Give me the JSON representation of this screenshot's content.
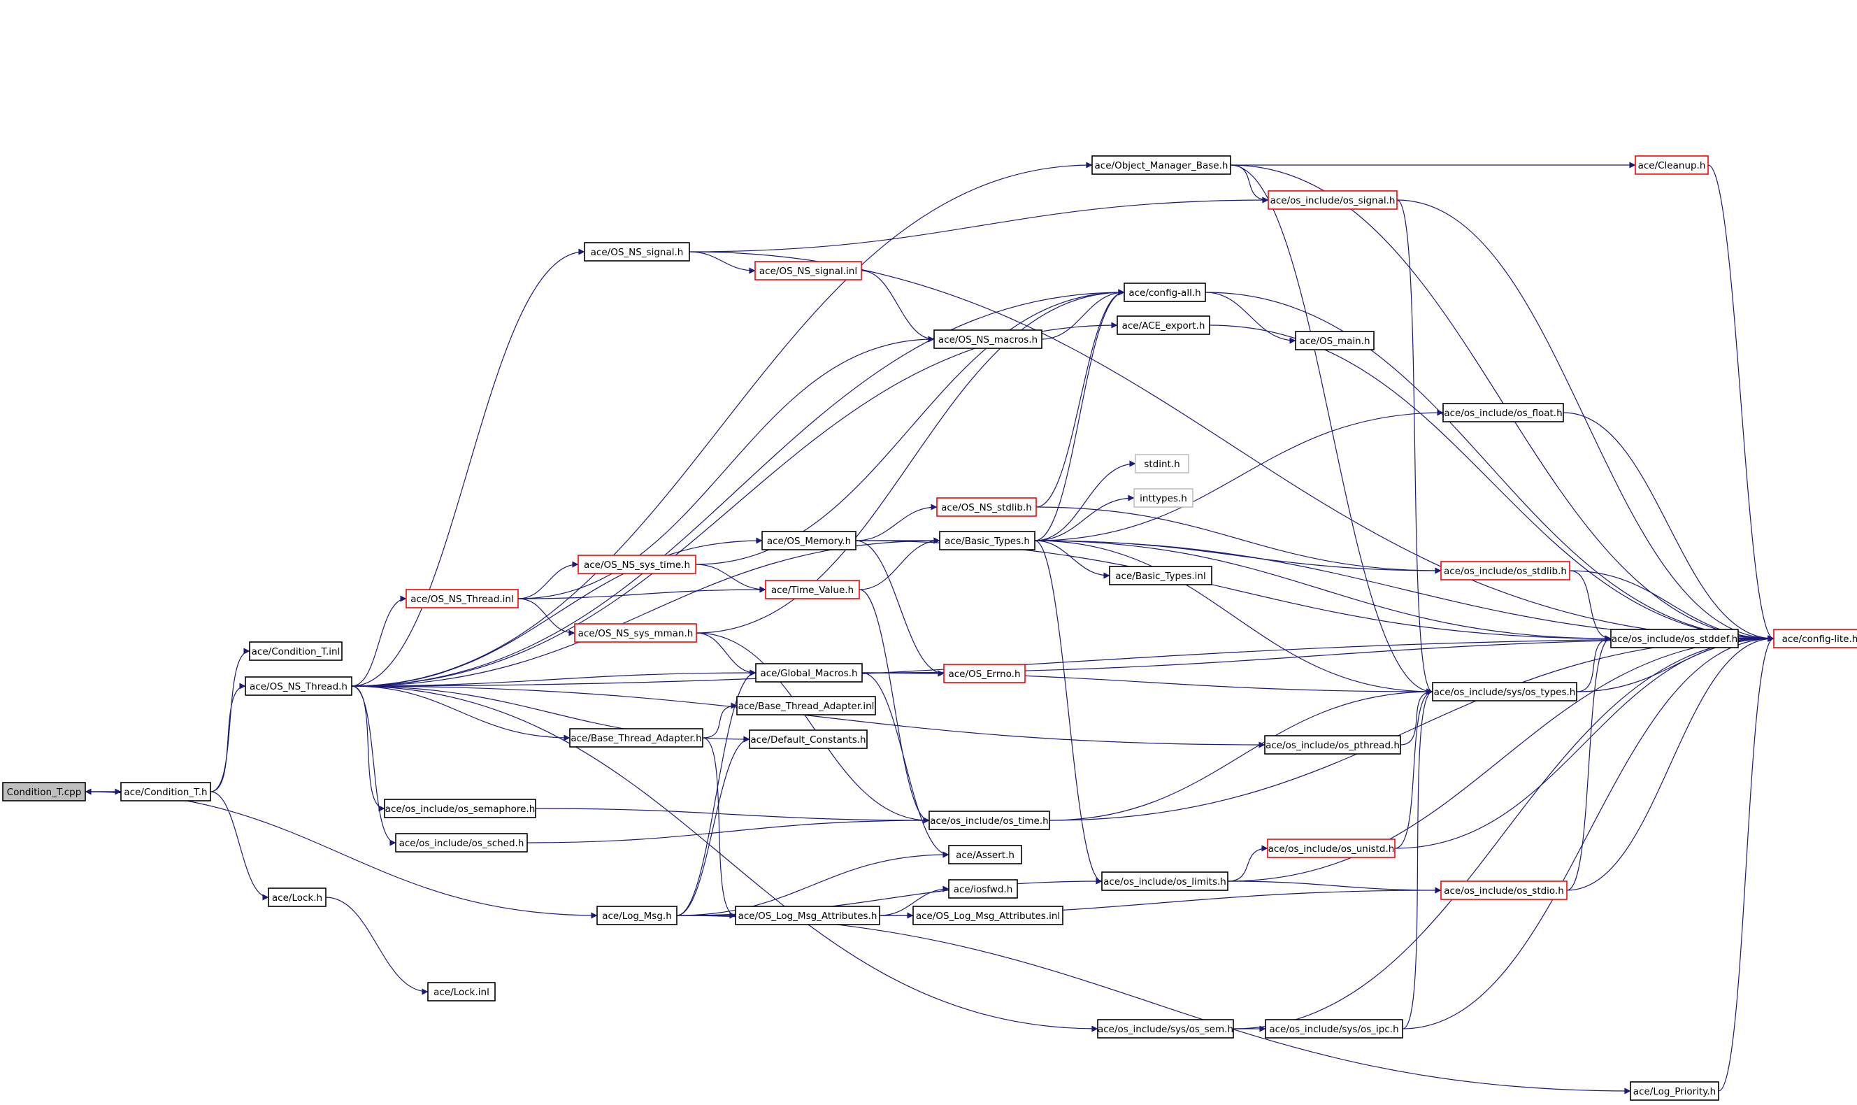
{
  "colors": {
    "edge": "#1a1a7a",
    "box_normal": "#000000",
    "box_link": "#ff0000",
    "box_missing": "#bfbfbf",
    "box_root_fill": "#bfbfbf"
  },
  "nodes": [
    {
      "id": "condition_t_cpp",
      "label": "Condition_T.cpp",
      "kind": "root"
    },
    {
      "id": "condition_t_h",
      "label": "ace/Condition_T.h",
      "kind": "normal"
    },
    {
      "id": "condition_t_inl",
      "label": "ace/Condition_T.inl",
      "kind": "normal"
    },
    {
      "id": "os_ns_thread_h",
      "label": "ace/OS_NS_Thread.h",
      "kind": "normal"
    },
    {
      "id": "lock_h",
      "label": "ace/Lock.h",
      "kind": "normal"
    },
    {
      "id": "lock_inl",
      "label": "ace/Lock.inl",
      "kind": "normal"
    },
    {
      "id": "os_ns_thread_inl",
      "label": "ace/OS_NS_Thread.inl",
      "kind": "link"
    },
    {
      "id": "os_ns_signal_h",
      "label": "ace/OS_NS_signal.h",
      "kind": "normal"
    },
    {
      "id": "os_ns_signal_inl",
      "label": "ace/OS_NS_signal.inl",
      "kind": "link"
    },
    {
      "id": "os_include_os_semaphore_h",
      "label": "ace/os_include/os_semaphore.h",
      "kind": "normal"
    },
    {
      "id": "os_include_os_sched_h",
      "label": "ace/os_include/os_sched.h",
      "kind": "normal"
    },
    {
      "id": "base_thread_adapter_h",
      "label": "ace/Base_Thread_Adapter.h",
      "kind": "normal"
    },
    {
      "id": "log_msg_h",
      "label": "ace/Log_Msg.h",
      "kind": "normal"
    },
    {
      "id": "os_ns_sys_time_h",
      "label": "ace/OS_NS_sys_time.h",
      "kind": "link"
    },
    {
      "id": "os_ns_sys_mman_h",
      "label": "ace/OS_NS_sys_mman.h",
      "kind": "link"
    },
    {
      "id": "os_memory_h",
      "label": "ace/OS_Memory.h",
      "kind": "normal"
    },
    {
      "id": "time_value_h",
      "label": "ace/Time_Value.h",
      "kind": "link"
    },
    {
      "id": "global_macros_h",
      "label": "ace/Global_Macros.h",
      "kind": "normal"
    },
    {
      "id": "base_thread_adapter_inl",
      "label": "ace/Base_Thread_Adapter.inl",
      "kind": "normal"
    },
    {
      "id": "default_constants_h",
      "label": "ace/Default_Constants.h",
      "kind": "normal"
    },
    {
      "id": "os_log_msg_attributes_h",
      "label": "ace/OS_Log_Msg_Attributes.h",
      "kind": "normal"
    },
    {
      "id": "object_manager_base_h",
      "label": "ace/Object_Manager_Base.h",
      "kind": "normal"
    },
    {
      "id": "os_ns_macros_h",
      "label": "ace/OS_NS_macros.h",
      "kind": "normal"
    },
    {
      "id": "config_all_h",
      "label": "ace/config-all.h",
      "kind": "normal"
    },
    {
      "id": "ace_export_h",
      "label": "ace/ACE_export.h",
      "kind": "normal"
    },
    {
      "id": "os_ns_stdlib_h",
      "label": "ace/OS_NS_stdlib.h",
      "kind": "link"
    },
    {
      "id": "basic_types_h",
      "label": "ace/Basic_Types.h",
      "kind": "normal"
    },
    {
      "id": "os_errno_h",
      "label": "ace/OS_Errno.h",
      "kind": "link"
    },
    {
      "id": "os_include_os_time_h",
      "label": "ace/os_include/os_time.h",
      "kind": "normal"
    },
    {
      "id": "assert_h",
      "label": "ace/Assert.h",
      "kind": "normal"
    },
    {
      "id": "iosfwd_h",
      "label": "ace/iosfwd.h",
      "kind": "normal"
    },
    {
      "id": "os_log_msg_attributes_inl",
      "label": "ace/OS_Log_Msg_Attributes.inl",
      "kind": "normal"
    },
    {
      "id": "os_include_os_limits_h",
      "label": "ace/os_include/os_limits.h",
      "kind": "normal"
    },
    {
      "id": "os_include_sys_os_sem_h",
      "label": "ace/os_include/sys/os_sem.h",
      "kind": "normal"
    },
    {
      "id": "os_include_os_signal_h",
      "label": "ace/os_include/os_signal.h",
      "kind": "link"
    },
    {
      "id": "os_main_h",
      "label": "ace/OS_main.h",
      "kind": "normal"
    },
    {
      "id": "stdint_h",
      "label": "stdint.h",
      "kind": "missing"
    },
    {
      "id": "inttypes_h",
      "label": "inttypes.h",
      "kind": "missing"
    },
    {
      "id": "basic_types_inl",
      "label": "ace/Basic_Types.inl",
      "kind": "normal"
    },
    {
      "id": "os_include_os_pthread_h",
      "label": "ace/os_include/os_pthread.h",
      "kind": "normal"
    },
    {
      "id": "os_include_os_unistd_h",
      "label": "ace/os_include/os_unistd.h",
      "kind": "link"
    },
    {
      "id": "os_include_sys_os_ipc_h",
      "label": "ace/os_include/sys/os_ipc.h",
      "kind": "normal"
    },
    {
      "id": "cleanup_h",
      "label": "ace/Cleanup.h",
      "kind": "link"
    },
    {
      "id": "os_include_os_float_h",
      "label": "ace/os_include/os_float.h",
      "kind": "normal"
    },
    {
      "id": "os_include_os_stdlib_h",
      "label": "ace/os_include/os_stdlib.h",
      "kind": "link"
    },
    {
      "id": "os_include_sys_os_types_h",
      "label": "ace/os_include/sys/os_types.h",
      "kind": "normal"
    },
    {
      "id": "os_include_os_stdio_h",
      "label": "ace/os_include/os_stdio.h",
      "kind": "link"
    },
    {
      "id": "os_include_os_stddef_h",
      "label": "ace/os_include/os_stddef.h",
      "kind": "normal"
    },
    {
      "id": "log_priority_h",
      "label": "ace/Log_Priority.h",
      "kind": "normal"
    },
    {
      "id": "config_lite_h",
      "label": "ace/config-lite.h",
      "kind": "link"
    }
  ],
  "edges": [
    [
      "condition_t_h",
      "condition_t_cpp"
    ],
    [
      "condition_t_cpp",
      "condition_t_h"
    ],
    [
      "condition_t_cpp",
      "log_msg_h"
    ],
    [
      "condition_t_h",
      "condition_t_inl"
    ],
    [
      "condition_t_h",
      "os_ns_thread_h"
    ],
    [
      "condition_t_h",
      "lock_h"
    ],
    [
      "lock_h",
      "lock_inl"
    ],
    [
      "os_ns_thread_h",
      "object_manager_base_h"
    ],
    [
      "os_ns_thread_h",
      "os_ns_signal_h"
    ],
    [
      "os_ns_thread_h",
      "config_all_h"
    ],
    [
      "os_ns_thread_h",
      "ace_export_h"
    ],
    [
      "os_ns_thread_h",
      "basic_types_h"
    ],
    [
      "os_ns_thread_h",
      "os_memory_h"
    ],
    [
      "os_ns_thread_h",
      "os_ns_thread_inl"
    ],
    [
      "os_ns_thread_h",
      "global_macros_h"
    ],
    [
      "os_ns_thread_h",
      "default_constants_h"
    ],
    [
      "os_ns_thread_h",
      "base_thread_adapter_h"
    ],
    [
      "os_ns_thread_h",
      "os_include_os_semaphore_h"
    ],
    [
      "os_ns_thread_h",
      "os_include_os_sched_h"
    ],
    [
      "os_ns_thread_h",
      "os_include_os_pthread_h"
    ],
    [
      "os_ns_thread_h",
      "config_lite_h"
    ],
    [
      "os_ns_thread_h",
      "os_include_sys_os_sem_h"
    ],
    [
      "os_ns_thread_inl",
      "os_ns_sys_time_h"
    ],
    [
      "os_ns_thread_inl",
      "time_value_h"
    ],
    [
      "os_ns_thread_inl",
      "os_ns_sys_mman_h"
    ],
    [
      "os_ns_thread_inl",
      "os_ns_macros_h"
    ],
    [
      "os_ns_signal_h",
      "os_ns_signal_inl"
    ],
    [
      "os_ns_signal_h",
      "os_include_os_signal_h"
    ],
    [
      "os_ns_signal_h",
      "config_lite_h"
    ],
    [
      "os_ns_signal_inl",
      "os_ns_macros_h"
    ],
    [
      "os_ns_sys_time_h",
      "time_value_h"
    ],
    [
      "os_ns_sys_time_h",
      "config_all_h"
    ],
    [
      "os_ns_sys_mman_h",
      "global_macros_h"
    ],
    [
      "os_ns_sys_mman_h",
      "config_all_h"
    ],
    [
      "os_ns_sys_mman_h",
      "os_include_os_time_h"
    ],
    [
      "os_memory_h",
      "basic_types_h"
    ],
    [
      "os_memory_h",
      "os_ns_stdlib_h"
    ],
    [
      "os_memory_h",
      "os_errno_h"
    ],
    [
      "os_memory_h",
      "os_include_os_stddef_h"
    ],
    [
      "time_value_h",
      "basic_types_h"
    ],
    [
      "time_value_h",
      "os_include_os_time_h"
    ],
    [
      "global_macros_h",
      "os_errno_h"
    ],
    [
      "global_macros_h",
      "os_include_sys_os_types_h"
    ],
    [
      "global_macros_h",
      "assert_h"
    ],
    [
      "global_macros_h",
      "config_lite_h"
    ],
    [
      "base_thread_adapter_h",
      "base_thread_adapter_inl"
    ],
    [
      "base_thread_adapter_h",
      "os_log_msg_attributes_h"
    ],
    [
      "log_msg_h",
      "global_macros_h"
    ],
    [
      "log_msg_h",
      "default_constants_h"
    ],
    [
      "log_msg_h",
      "assert_h"
    ],
    [
      "log_msg_h",
      "os_log_msg_attributes_h"
    ],
    [
      "log_msg_h",
      "os_include_os_limits_h"
    ],
    [
      "log_msg_h",
      "log_priority_h"
    ],
    [
      "os_log_msg_attributes_h",
      "iosfwd_h"
    ],
    [
      "os_log_msg_attributes_h",
      "os_log_msg_attributes_inl"
    ],
    [
      "os_log_msg_attributes_h",
      "os_include_os_stdio_h"
    ],
    [
      "os_include_os_semaphore_h",
      "os_include_os_time_h"
    ],
    [
      "os_include_os_sched_h",
      "os_include_os_time_h"
    ],
    [
      "os_include_os_time_h",
      "os_include_sys_os_types_h"
    ],
    [
      "os_include_os_time_h",
      "config_lite_h"
    ],
    [
      "object_manager_base_h",
      "os_include_os_signal_h"
    ],
    [
      "object_manager_base_h",
      "cleanup_h"
    ],
    [
      "object_manager_base_h",
      "config_lite_h"
    ],
    [
      "object_manager_base_h",
      "os_include_sys_os_types_h"
    ],
    [
      "os_ns_macros_h",
      "config_all_h"
    ],
    [
      "config_all_h",
      "os_main_h"
    ],
    [
      "config_all_h",
      "config_lite_h"
    ],
    [
      "ace_export_h",
      "config_lite_h"
    ],
    [
      "os_ns_stdlib_h",
      "config_all_h"
    ],
    [
      "os_ns_stdlib_h",
      "os_include_os_stdlib_h"
    ],
    [
      "basic_types_h",
      "config_lite_h"
    ],
    [
      "basic_types_h",
      "stdint_h"
    ],
    [
      "basic_types_h",
      "inttypes_h"
    ],
    [
      "basic_types_h",
      "basic_types_inl"
    ],
    [
      "basic_types_h",
      "os_include_os_stdlib_h"
    ],
    [
      "basic_types_h",
      "os_include_os_stddef_h"
    ],
    [
      "basic_types_h",
      "os_include_sys_os_types_h"
    ],
    [
      "basic_types_h",
      "os_include_os_limits_h"
    ],
    [
      "basic_types_h",
      "os_include_os_float_h"
    ],
    [
      "basic_types_h",
      "config_all_h"
    ],
    [
      "os_include_os_limits_h",
      "os_include_os_unistd_h"
    ],
    [
      "os_include_os_limits_h",
      "os_include_os_stdio_h"
    ],
    [
      "os_include_os_limits_h",
      "config_lite_h"
    ],
    [
      "os_include_os_unistd_h",
      "os_include_sys_os_types_h"
    ],
    [
      "os_include_os_unistd_h",
      "config_lite_h"
    ],
    [
      "os_include_os_stdio_h",
      "os_include_os_stddef_h"
    ],
    [
      "os_include_os_stdio_h",
      "config_lite_h"
    ],
    [
      "os_include_sys_os_sem_h",
      "os_include_sys_os_ipc_h"
    ],
    [
      "os_include_sys_os_sem_h",
      "config_lite_h"
    ],
    [
      "os_include_sys_os_ipc_h",
      "os_include_sys_os_types_h"
    ],
    [
      "os_include_sys_os_ipc_h",
      "config_lite_h"
    ],
    [
      "os_include_os_signal_h",
      "os_include_sys_os_types_h"
    ],
    [
      "os_include_os_signal_h",
      "config_lite_h"
    ],
    [
      "os_include_os_pthread_h",
      "os_include_sys_os_types_h"
    ],
    [
      "os_include_os_float_h",
      "config_lite_h"
    ],
    [
      "os_include_os_stdlib_h",
      "os_include_os_stddef_h"
    ],
    [
      "os_include_os_stdlib_h",
      "config_lite_h"
    ],
    [
      "os_include_sys_os_types_h",
      "os_include_os_stddef_h"
    ],
    [
      "os_include_sys_os_types_h",
      "config_lite_h"
    ],
    [
      "os_include_os_stddef_h",
      "config_lite_h"
    ],
    [
      "cleanup_h",
      "config_lite_h"
    ],
    [
      "log_priority_h",
      "config_lite_h"
    ]
  ]
}
